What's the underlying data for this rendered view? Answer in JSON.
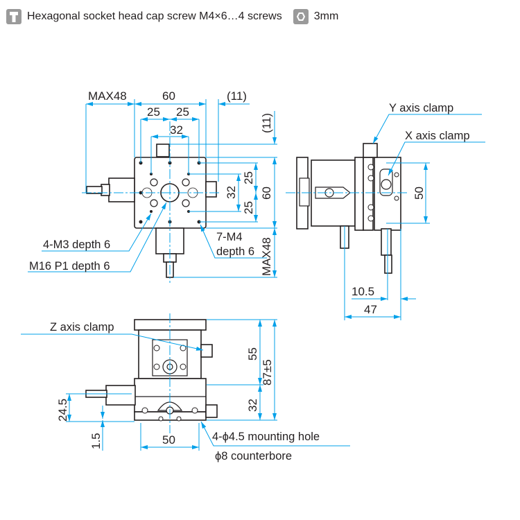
{
  "header": {
    "screw_icon": "hex-socket-screw-icon",
    "screw_text": "Hexagonal socket head cap screw M4×6…4 screws",
    "wrench_icon": "hex-wrench-icon",
    "wrench_text": "3mm"
  },
  "colors": {
    "dimension_line": "#00a0e9",
    "outline": "#231f20",
    "icon_gray": "#9a9a9a"
  },
  "top_view": {
    "dims": {
      "max48_left": "MAX48",
      "width60": "60",
      "offset11_top": "(11)",
      "pitch25_a": "25",
      "pitch25_b": "25",
      "pitch32": "32",
      "offset11_right": "(11)",
      "pitch32_v": "32",
      "pitch25_v_a": "25",
      "pitch25_v_b": "25",
      "height60": "60",
      "max48_bottom": "MAX48"
    },
    "callouts": {
      "m3": "4-M3 depth 6",
      "m16": "M16 P1 depth 6",
      "m4_line1": "7-M4",
      "m4_line2": "depth 6"
    }
  },
  "side_view": {
    "callouts": {
      "y_clamp": "Y axis clamp",
      "x_clamp": "X axis clamp"
    },
    "dims": {
      "height50": "50",
      "offset10_5": "10.5",
      "depth47": "47"
    }
  },
  "front_view": {
    "callouts": {
      "z_clamp": "Z axis clamp",
      "mounting_hole": "4-ϕ4.5 mounting hole",
      "counterbore": "ϕ8 counterbore"
    },
    "dims": {
      "h55": "55",
      "h87": "87±5",
      "h32": "32",
      "h24_5": "24.5",
      "h1_5": "1.5",
      "w50": "50"
    }
  }
}
